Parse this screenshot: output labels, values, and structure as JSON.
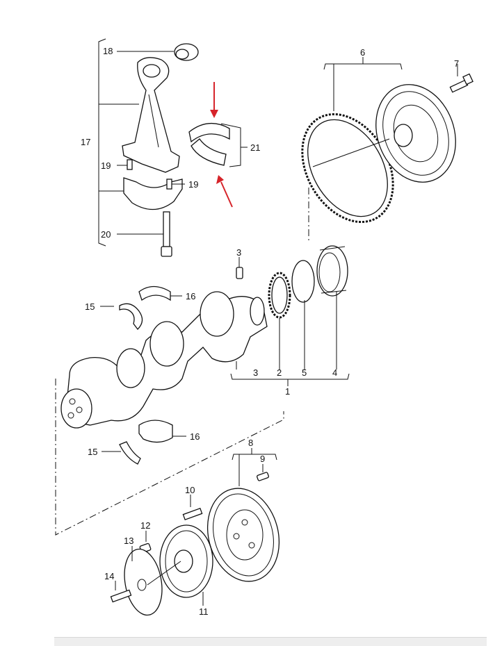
{
  "diagram": {
    "labels": {
      "p1": "1",
      "p2": "2",
      "p3a": "3",
      "p3b": "3",
      "p4": "4",
      "p5": "5",
      "p6": "6",
      "p7": "7",
      "p8": "8",
      "p9": "9",
      "p10": "10",
      "p11": "11",
      "p12": "12",
      "p13": "13",
      "p14": "14",
      "p15a": "15",
      "p15b": "15",
      "p16a": "16",
      "p16b": "16",
      "p17": "17",
      "p18": "18",
      "p19a": "19",
      "p19b": "19",
      "p20": "20",
      "p21": "21"
    },
    "highlight_color": "#d6242a",
    "line_color": "#111111",
    "highlighted_part": "21"
  }
}
